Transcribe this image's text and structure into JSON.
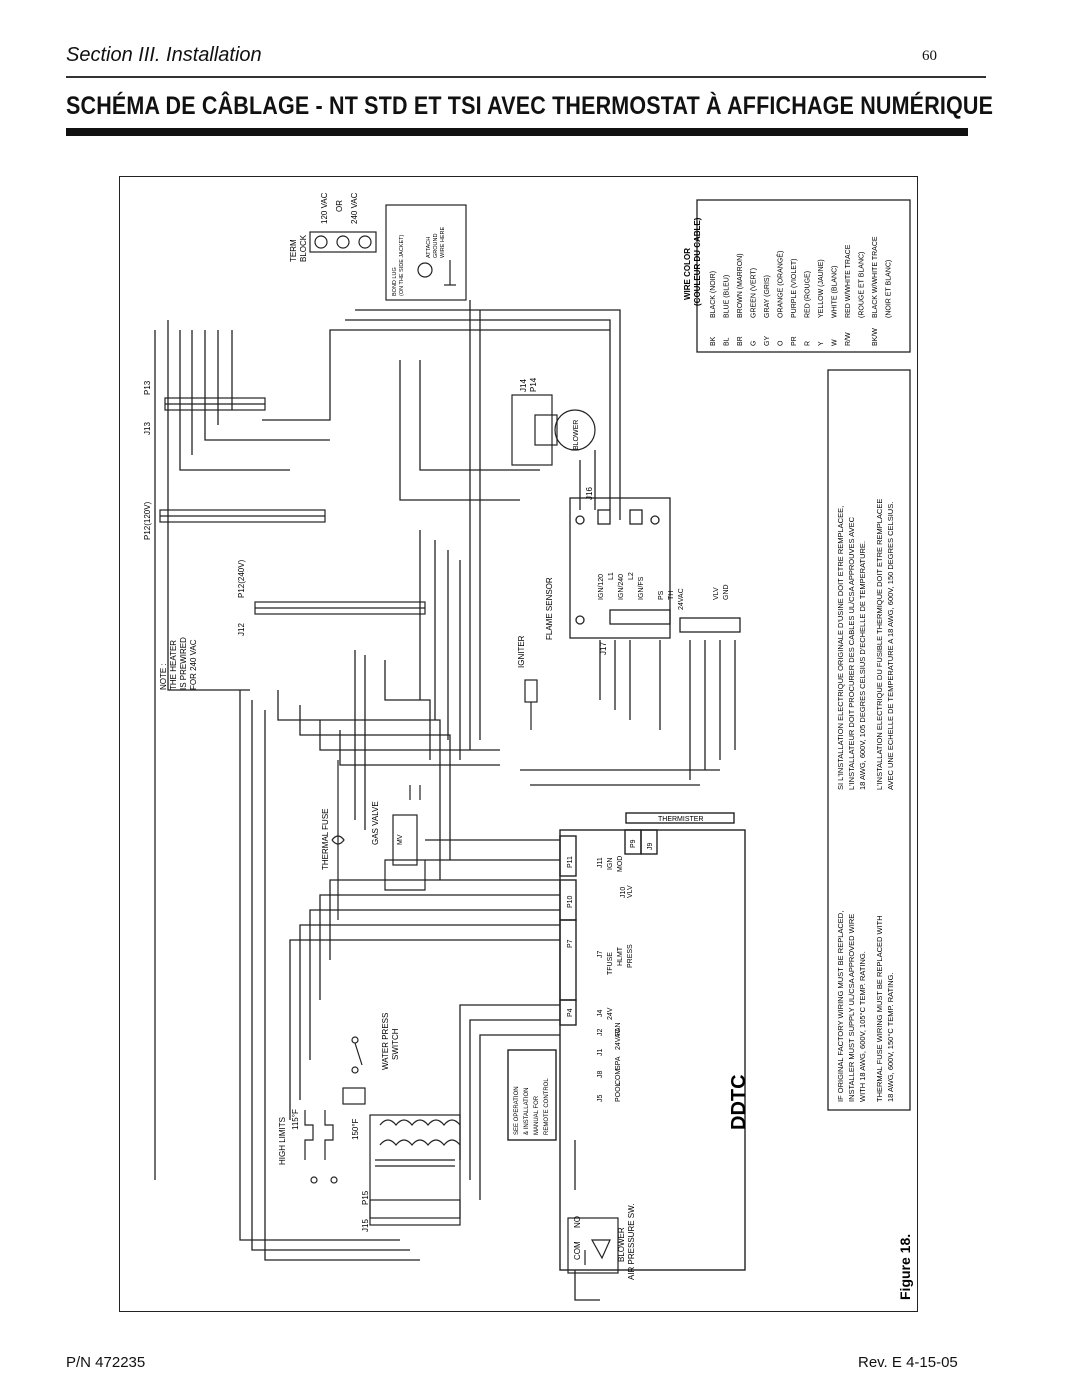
{
  "header": {
    "section_title": "Section III.  Installation",
    "page_number": "60"
  },
  "title": "SCHÉMA DE CÂBLAGE - NT STD ET TSI AVEC THERMOSTAT À AFFICHAGE NUMÉRIQUE",
  "diagram": {
    "figure_label": "Figure 18.",
    "controller": "DDTC",
    "term_block": {
      "label_1": "TERM",
      "label_2": "BLOCK",
      "voltage_1": "120 VAC",
      "voltage_or": "OR",
      "voltage_2": "240 VAC"
    },
    "ground_note": {
      "line1": "BOND LUG",
      "line2": "(ON THE SIDE JACKET)",
      "attach": "ATTACH",
      "ground": "GROUND",
      "wire_here": "WIRE HERE"
    },
    "note": {
      "l1": "NOTE :",
      "l2": "THE HEATER",
      "l3": "IS PREWIRED",
      "l4": "FOR 240 VAC"
    },
    "connectors": {
      "p12_120": "P12(120V)",
      "p12_240": "P12(240V)",
      "j12": "J12",
      "j13": "J13",
      "p13": "P13",
      "j14": "J14",
      "p14": "P14",
      "j15": "J15",
      "p15": "P15",
      "j16": "J16",
      "j17": "J17"
    },
    "components": {
      "blower": "BLOWER",
      "igniter": "IGNITER",
      "flame_sensor": "FLAME SENSOR",
      "thermal_fuse": "THERMAL FUSE",
      "gas_valve": "GAS VALVE",
      "water_press_1": "WATER PRESS",
      "water_press_2": "SWITCH",
      "high_limits": "HIGH LIMITS",
      "temp_115": "115°F",
      "temp_150": "150°F",
      "blower_sw_1": "BLOWER",
      "blower_sw_2": "AIR PRESSURE SW.",
      "thermister": "THERMISTER",
      "com": "COM",
      "no": "NO",
      "mv": "MV"
    },
    "ign_labels": [
      "IGN/120",
      "L1",
      "IGN/240",
      "L2",
      "IGN/FS",
      "PS",
      "TH",
      "24VAC",
      "VLV",
      "GND"
    ],
    "ddtc_pins": [
      "P11",
      "P10",
      "P7",
      "P4",
      "J11",
      "J10",
      "J7",
      "J4",
      "J2",
      "J1",
      "J8",
      "J5",
      "J9",
      "P9"
    ],
    "ddtc_pin_labels": [
      "IGN",
      "MOD",
      "VLV",
      "TFUSE",
      "HLMT",
      "PRESS",
      "24V",
      "FAN",
      "24VAC",
      "SPA",
      "COM",
      "POOL"
    ],
    "remote_note": [
      "SEE OPERATION",
      "& INSTALLATION",
      "MANUAL FOR",
      "REMOTE CONTROL"
    ],
    "wire_color_table": {
      "title": "WIRE COLOR",
      "subtitle": "(COULEUR DU CABLE)",
      "rows": [
        {
          "code": "BK",
          "name": "BLACK  (NOIR)"
        },
        {
          "code": "BL",
          "name": "BLUE  (BLEU)"
        },
        {
          "code": "BR",
          "name": "BROWN  (MARRON)"
        },
        {
          "code": "G",
          "name": "GREEN  (VERT)"
        },
        {
          "code": "GY",
          "name": "GRAY  (GRIS)"
        },
        {
          "code": "O",
          "name": "ORANGE  (ORANGÉ)"
        },
        {
          "code": "PR",
          "name": "PURPLE  (VIOLET)"
        },
        {
          "code": "R",
          "name": "RED  (ROUGE)"
        },
        {
          "code": "Y",
          "name": "YELLOW  (JAUNE)"
        },
        {
          "code": "W",
          "name": "WHITE  (BLANC)"
        },
        {
          "code": "R/W",
          "name": "RED W/WHITE TRACE"
        },
        {
          "code": "",
          "name": "(ROUGE ET BLANC)"
        },
        {
          "code": "BK/W",
          "name": "BLACK W/WHITE TRACE"
        },
        {
          "code": "",
          "name": "(NOIR ET BLANC)"
        }
      ]
    },
    "notes_en": [
      "IF ORIGINAL FACTORY WIRING MUST BE REPLACED,",
      "INSTALLER MUST SUPPLY UL/CSA APPROVED WIRE",
      "WITH 18 AWG, 600V, 105°C TEMP. RATING.",
      "THERMAL FUSE WIRING MUST BE REPLACED WITH",
      "18 AWG, 600V, 150°C TEMP. RATING."
    ],
    "notes_fr": [
      "SI L'INSTALLATION ELECTRIQUE ORIGINALE D'USINE DOIT ETRE REMPLACEE,",
      "L'INSTALLATEUR DOIT PROCURER DES CABLES UL/CSA APPROUVES AVEC",
      "18 AWG, 600V, 105 DEGRES CELSIUS D'ECHELLE DE TEMPERATURE.",
      "L'INSTALLATION ELECTRIQUE DU FUSIBLE THERMIQUE DOIT ETRE REMPLACEE",
      "AVEC UNE ECHELLE DE TEMPERATURE A 18 AWG, 600V, 150 DEGRES CELSIUS."
    ]
  },
  "footer": {
    "part_number": "P/N   472235",
    "revision": "Rev. E   4-15-05"
  }
}
